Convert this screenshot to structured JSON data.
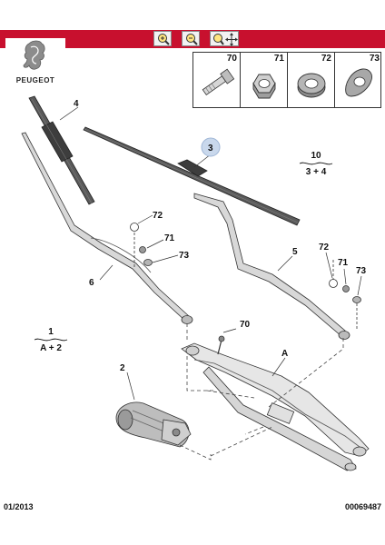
{
  "brand": {
    "name": "PEUGEOT",
    "logo_icon": "peugeot-lion-icon"
  },
  "toolbar": {
    "color": "#c8102e",
    "buttons": [
      {
        "name": "zoom-in-button",
        "icon": "zoom-in-icon"
      },
      {
        "name": "zoom-out-button",
        "icon": "zoom-out-icon"
      },
      {
        "name": "pan-zoom-button",
        "icon": "pan-zoom-icon"
      }
    ]
  },
  "parts_legend": [
    {
      "ref": "70",
      "icon": "bolt-icon"
    },
    {
      "ref": "71",
      "icon": "hex-nut-icon"
    },
    {
      "ref": "72",
      "icon": "washer-icon"
    },
    {
      "ref": "73",
      "icon": "rubber-cap-icon"
    }
  ],
  "callouts": {
    "part_1": "1",
    "part_2": "2",
    "part_3": "3",
    "part_4": "4",
    "part_5": "5",
    "part_6": "6",
    "part_A": "A",
    "bolt_70": "70",
    "nut_71_left": "71",
    "washer_72_left": "72",
    "cap_73_left": "73",
    "nut_71_right": "71",
    "washer_72_right": "72",
    "cap_73_right": "73"
  },
  "fractions": {
    "left": {
      "top": "1",
      "bottom": "A + 2"
    },
    "right": {
      "top": "10",
      "bottom": "3 + 4"
    }
  },
  "footer": {
    "date": "01/2013",
    "reference": "00069487"
  }
}
